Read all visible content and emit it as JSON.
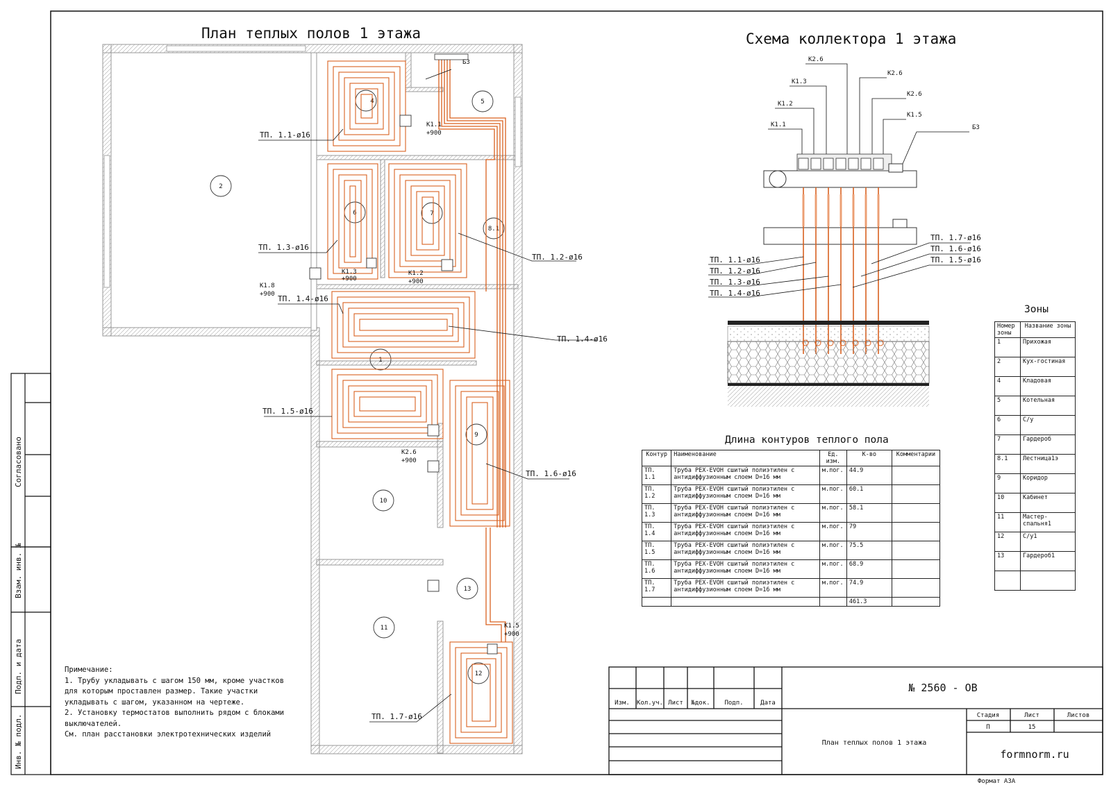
{
  "plan_title": "План теплых полов 1 этажа",
  "scheme_title": "Схема коллектора 1 этажа",
  "lengths_title": "Длина контуров теплого пола",
  "zones_title": "Зоны",
  "rooms": [
    "1",
    "2",
    "4",
    "5",
    "6",
    "7",
    "8.1",
    "9",
    "10",
    "11",
    "12",
    "13"
  ],
  "contour_labels": {
    "tp11": "ТП. 1.1-ø16",
    "tp12": "ТП. 1.2-ø16",
    "tp13": "ТП. 1.3-ø16",
    "tp14a": "ТП. 1.4-ø16",
    "tp14b": "ТП. 1.4-ø16",
    "tp15": "ТП. 1.5-ø16",
    "tp16": "ТП. 1.6-ø16",
    "tp17": "ТП. 1.7-ø16"
  },
  "thermostats": {
    "k11": "К1.1",
    "k11h": "+900",
    "k18": "К1.8",
    "k18h": "+900",
    "k13": "К1.3",
    "k13h": "+900",
    "k12": "К1.2",
    "k12h": "+900",
    "k26": "К2.6",
    "k26h": "+900",
    "k15": "К1.5",
    "k15h": "+900",
    "b3": "Б3"
  },
  "scheme_labels": {
    "k26a": "К2.6",
    "k13": "К1.3",
    "k26b": "К2.6",
    "k12": "К1.2",
    "k26c": "К2.6",
    "k11": "К1.1",
    "k15": "К1.5",
    "b3": "Б3",
    "tp11": "ТП. 1.1-ø16",
    "tp12": "ТП. 1.2-ø16",
    "tp13": "ТП. 1.3-ø16",
    "tp14": "ТП. 1.4-ø16",
    "tp17": "ТП. 1.7-ø16",
    "tp16": "ТП. 1.6-ø16",
    "tp15": "ТП. 1.5-ø16"
  },
  "lengths_table": {
    "headers": [
      "Контур",
      "Наименование",
      "Ед. изм.",
      "К-во",
      "Комментарии"
    ],
    "rows": [
      [
        "ТП. 1.1",
        "Труба PEX-EVOH сшитый полиэтилен с антидиффузионным слоем D=16 мм",
        "м.пог.",
        "44.9",
        ""
      ],
      [
        "ТП. 1.2",
        "Труба PEX-EVOH сшитый полиэтилен с антидиффузионным слоем D=16 мм",
        "м.пог.",
        "60.1",
        ""
      ],
      [
        "ТП. 1.3",
        "Труба PEX-EVOH сшитый полиэтилен с антидиффузионным слоем D=16 мм",
        "м.пог.",
        "58.1",
        ""
      ],
      [
        "ТП. 1.4",
        "Труба PEX-EVOH сшитый полиэтилен с антидиффузионным слоем D=16 мм",
        "м.пог.",
        "79",
        ""
      ],
      [
        "ТП. 1.5",
        "Труба PEX-EVOH сшитый полиэтилен с антидиффузионным слоем D=16 мм",
        "м.пог.",
        "75.5",
        ""
      ],
      [
        "ТП. 1.6",
        "Труба PEX-EVOH сшитый полиэтилен с антидиффузионным слоем D=16 мм",
        "м.пог.",
        "68.9",
        ""
      ],
      [
        "ТП. 1.7",
        "Труба PEX-EVOH сшитый полиэтилен с антидиффузионным слоем D=16 мм",
        "м.пог.",
        "74.9",
        ""
      ]
    ],
    "total": "461.3"
  },
  "zones_table": {
    "headers": [
      "Номер зоны",
      "Название зоны"
    ],
    "rows": [
      [
        "1",
        "Прихожая"
      ],
      [
        "2",
        "Кух-гостиная"
      ],
      [
        "4",
        "Кладовая"
      ],
      [
        "5",
        "Котельная"
      ],
      [
        "6",
        "С/у"
      ],
      [
        "7",
        "Гардероб"
      ],
      [
        "8.1",
        "Лестница1э"
      ],
      [
        "9",
        "Коридор"
      ],
      [
        "10",
        "Кабинет"
      ],
      [
        "11",
        "Мастер-спальня1"
      ],
      [
        "12",
        "С/у1"
      ],
      [
        "13",
        "Гардероб1"
      ]
    ]
  },
  "notes": {
    "title": "Примечание:",
    "line1": "1. Трубу укладывать с шагом 150 мм, кроме участков для которым проставлен размер. Такие участки укладывать с шагом, указанном на чертеже.",
    "line2": "2. Установку термостатов выполнить рядом с блоками выключателей.",
    "line3": "См. план расстановки электротехнических изделий"
  },
  "side_labels": {
    "agreed": "Согласовано",
    "inv_vz": "Взам. инв. №",
    "sign_date": "Подп. и дата",
    "inv_orig": "Инв. № подл."
  },
  "stamp": {
    "doc_number": "№ 2560 - ОВ",
    "cols": [
      "Изм.",
      "Кол.уч.",
      "Лист",
      "№док.",
      "Подп.",
      "Дата"
    ],
    "sheet_name": "План теплых полов 1 этажа",
    "stage_h": "Стадия",
    "sheet_h": "Лист",
    "sheets_h": "Листов",
    "stage": "П",
    "sheet": "15",
    "sheets": "",
    "company": "formnorm.ru",
    "format": "Формат А3А"
  },
  "colors": {
    "pipe": "#d9601f",
    "pipe_light": "#f2b48f",
    "wall": "#999999",
    "line": "#111111"
  }
}
